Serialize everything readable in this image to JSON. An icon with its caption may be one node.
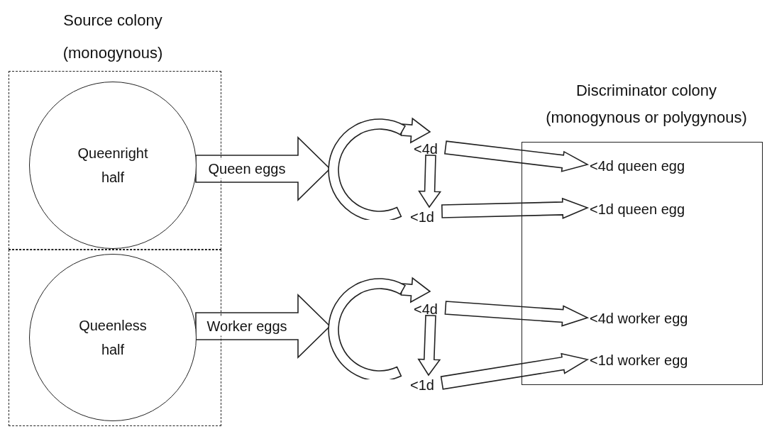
{
  "diagram": {
    "nodes": [
      {
        "text": [
          "Source colony (monogynous)"
        ]
      },
      {
        "text": [
          "Queenright half"
        ],
        "in": 0
      },
      {
        "text": [],
        "shape": "box"
      },
      {
        "text": [
          "Queenless half"
        ],
        "in": 2
      },
      {
        "text": [],
        "shape": "arc"
      },
      {
        "text": [
          "<4d"
        ]
      },
      {
        "text": [
          "<1d"
        ]
      },
      {
        "text": [
          "Discriminator colony (monogynous or polygynous)"
        ]
      },
      {
        "text": [
          "<4d queen egg"
        ],
        "in": 7
      },
      {
        "text": [
          "<1d queen egg"
        ],
        "in": 7
      },
      {
        "text": [],
        "shape": "arc"
      },
      {
        "text": [
          "<4d"
        ]
      },
      {
        "text": [
          "<1d"
        ]
      },
      {
        "text": [
          "<4d worker egg"
        ],
        "in": 7
      },
      {
        "text": [
          "<1d worker egg"
        ],
        "in": 7
      }
    ],
    "edges": [
      {
        "from": 1,
        "to": 4,
        "arrow": "to",
        "label": "Queen eggs"
      },
      {
        "from": 4,
        "to": 5,
        "arrow": "to"
      },
      {
        "from": 5,
        "to": 6,
        "arrow": "to"
      },
      {
        "from": 5,
        "to": 8,
        "arrow": "to"
      },
      {
        "from": 6,
        "to": 9,
        "arrow": "to"
      },
      {
        "from": 3,
        "to": 10,
        "arrow": "to",
        "label": "Worker eggs"
      },
      {
        "from": 10,
        "to": 11,
        "arrow": "to"
      },
      {
        "from": 11,
        "to": 12,
        "arrow": "to"
      },
      {
        "from": 11,
        "to": 13,
        "arrow": "to"
      },
      {
        "from": 12,
        "to": 14,
        "arrow": "to"
      }
    ]
  }
}
